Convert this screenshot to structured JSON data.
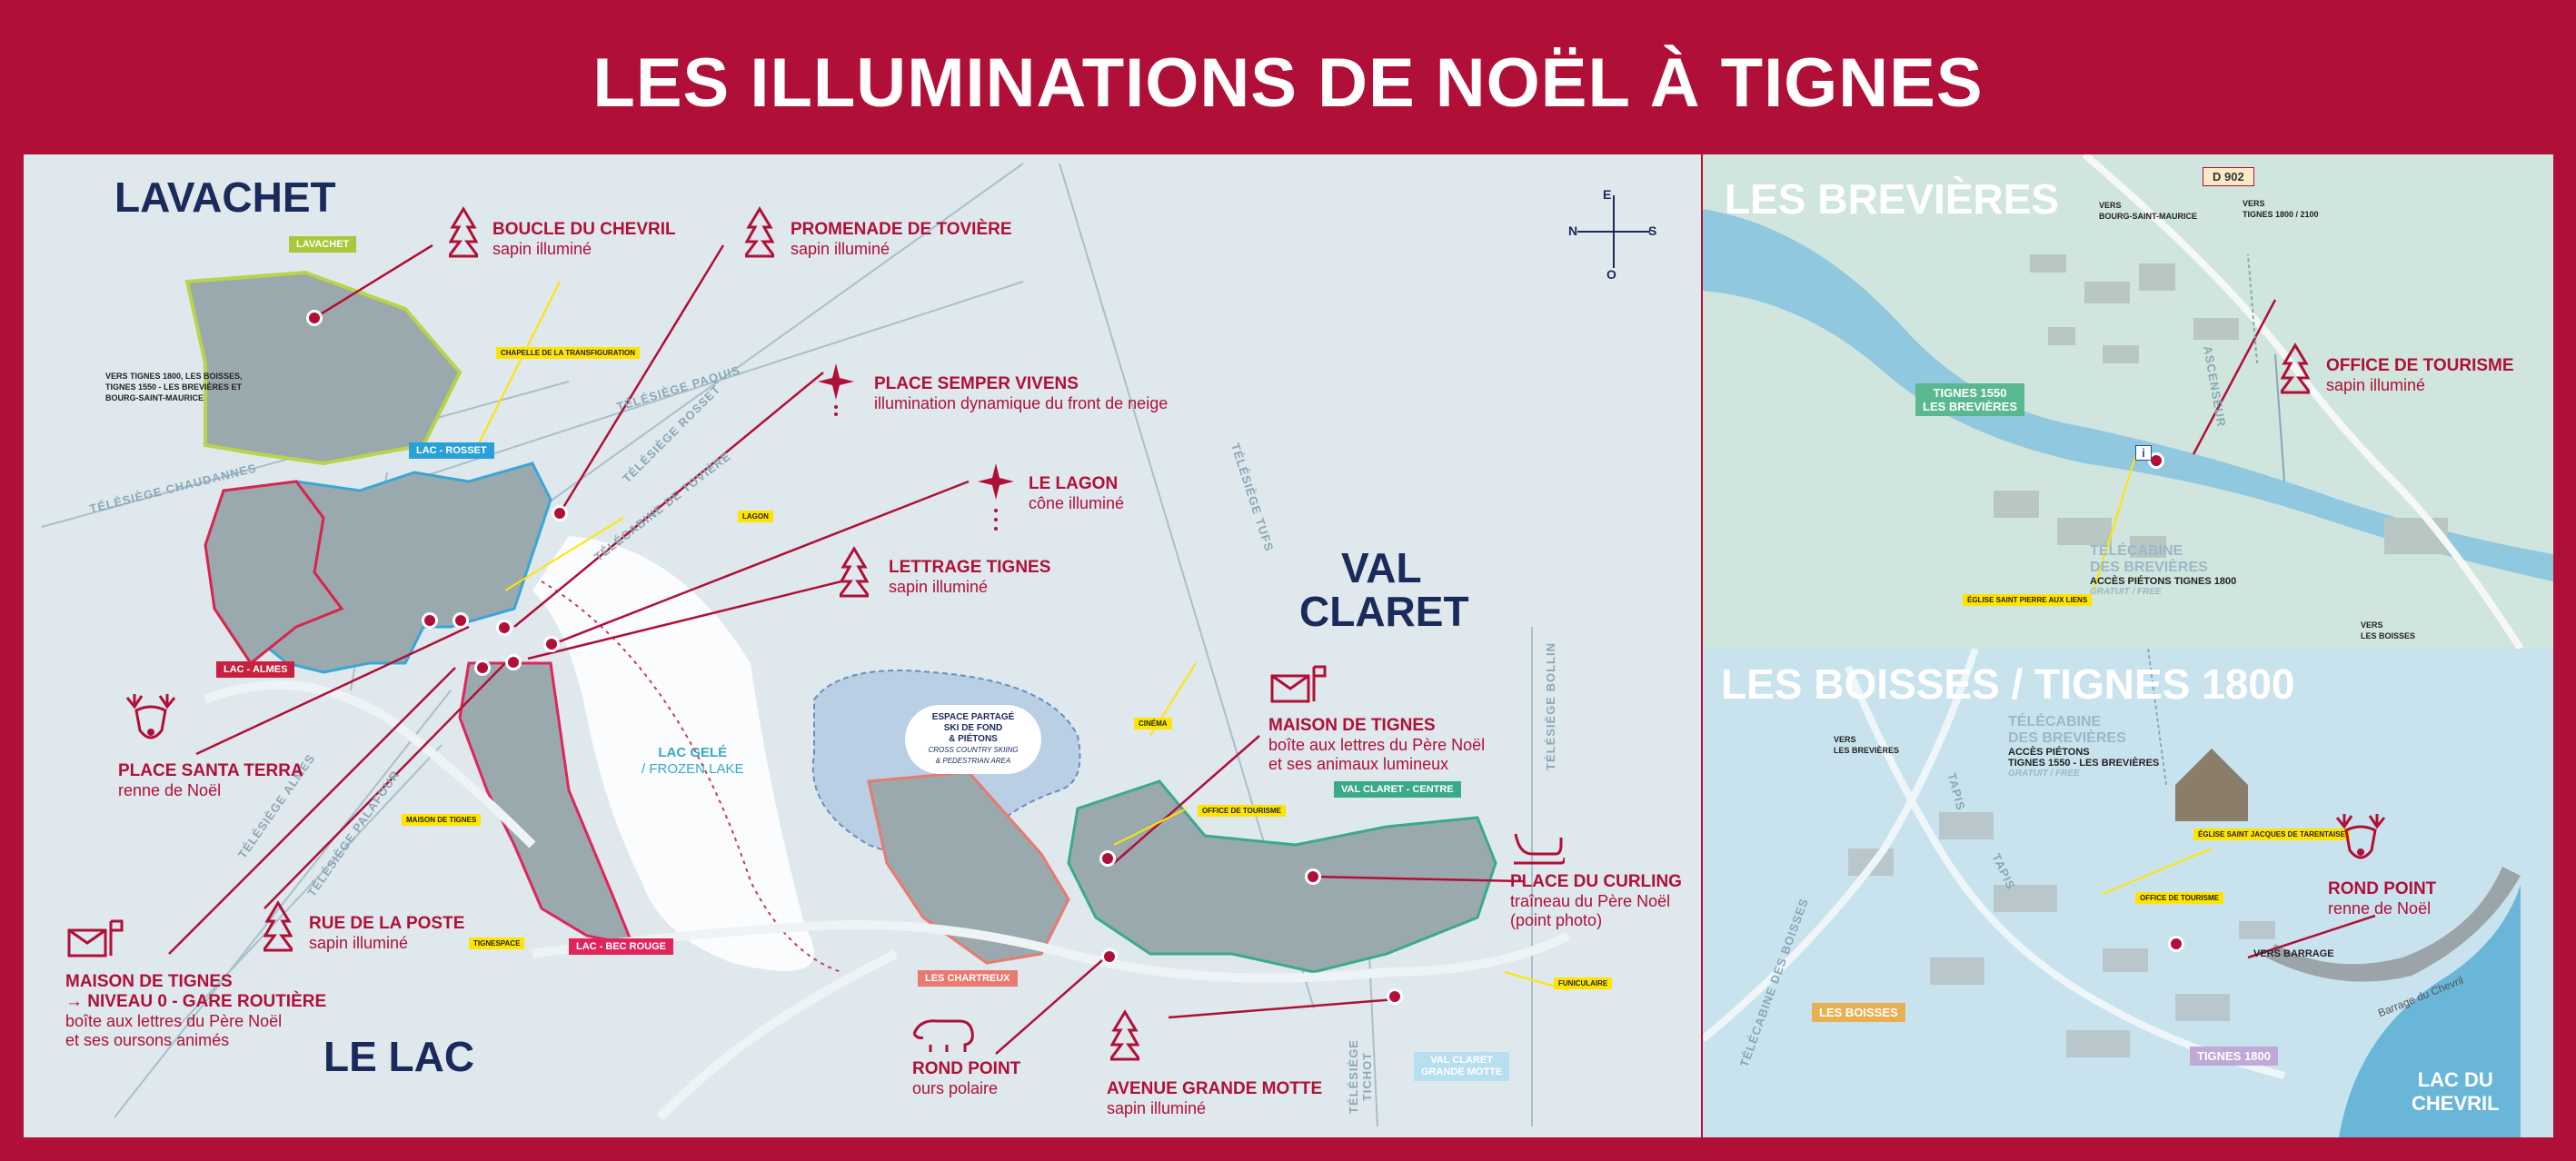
{
  "title": "LES ILLUMINATIONS DE NOËL À TIGNES",
  "colors": {
    "accent": "#b01038",
    "navy": "#1a2a5a",
    "map": "#dfe8ec",
    "brevieres": "#cfe5dd",
    "boisses": "#c9e3ee",
    "yellow": "#ffe400"
  },
  "districts": {
    "lavachet": "LAVACHET",
    "le_lac": "LE LAC",
    "val_claret_1": "VAL",
    "val_claret_2": "CLARET",
    "brevieres": "LES BREVIÈRES",
    "boisses": "LES BOISSES / TIGNES 1800",
    "lac_chevril_1": "LAC DU",
    "lac_chevril_2": "CHEVRIL"
  },
  "compass": {
    "n": "N",
    "e": "E",
    "s": "S",
    "o": "O"
  },
  "poi": {
    "boucle": {
      "title": "BOUCLE DU CHEVRIL",
      "sub": "sapin illuminé",
      "icon": "tree-icon"
    },
    "toviere": {
      "title": "PROMENADE DE TOVIÈRE",
      "sub": "sapin illuminé",
      "icon": "tree-icon"
    },
    "semper": {
      "title": "PLACE SEMPER VIVENS",
      "sub": "illumination dynamique du front de neige",
      "icon": "sparkle-icon"
    },
    "lagon": {
      "title": "LE LAGON",
      "sub": "cône illuminé",
      "icon": "sparkle-icon"
    },
    "lettrage": {
      "title": "LETTRAGE TIGNES",
      "sub": "sapin illuminé",
      "icon": "tree-icon"
    },
    "santa": {
      "title": "PLACE SANTA TERRA",
      "sub": "renne de Noël",
      "icon": "reindeer-icon"
    },
    "rue_poste": {
      "title": "RUE DE LA POSTE",
      "sub": "sapin illuminé",
      "icon": "tree-icon"
    },
    "maison_lac": {
      "title_1": "MAISON DE TIGNES",
      "title_2": "→ NIVEAU 0 - GARE ROUTIÈRE",
      "sub_1": "boîte aux lettres du Père Noël",
      "sub_2": "et ses oursons animés",
      "icon": "mailbox-icon"
    },
    "maison_vc": {
      "title": "MAISON DE TIGNES",
      "sub_1": "boîte aux lettres du Père Noël",
      "sub_2": "et ses animaux lumineux",
      "icon": "mailbox-icon"
    },
    "curling": {
      "title": "PLACE DU CURLING",
      "sub_1": "traîneau du Père Noël",
      "sub_2": "(point photo)",
      "icon": "sleigh-icon"
    },
    "rond_point_vc": {
      "title": "ROND POINT",
      "sub": "ours polaire",
      "icon": "polar-bear-icon"
    },
    "grande_motte": {
      "title": "AVENUE GRANDE MOTTE",
      "sub": "sapin illuminé",
      "icon": "tree-icon"
    },
    "office_brev": {
      "title": "OFFICE DE TOURISME",
      "sub": "sapin illuminé",
      "icon": "tree-icon"
    },
    "rond_point_1800": {
      "title": "ROND POINT",
      "sub": "renne de Noël",
      "icon": "reindeer-icon"
    }
  },
  "tags": {
    "lavachet": "LAVACHET",
    "lac_rosset": "LAC - ROSSET",
    "lac_almes": "LAC - ALMES",
    "lac_bec_rouge": "LAC - BEC ROUGE",
    "chartreux": "LES CHARTREUX",
    "vc_centre": "VAL CLARET - CENTRE",
    "vc_gm_1": "VAL CLARET",
    "vc_gm_2": "GRANDE MOTTE",
    "tignes1550_1": "TIGNES 1550",
    "tignes1550_2": "LES BREVIÈRES",
    "les_boisses": "LES BOISSES",
    "tignes1800": "TIGNES 1800"
  },
  "labels": {
    "vers_tignes_1": "VERS TIGNES 1800, LES BOISSES,",
    "vers_tignes_2": "TIGNES 1550 - LES BREVIÈRES ET",
    "vers_tignes_3": "BOURG-SAINT-MAURICE",
    "chapelle": "CHAPELLE DE LA TRANSFIGURATION",
    "lagon": "LAGON",
    "maison_tignes": "MAISON DE TIGNES",
    "tignespace": "TIGNESPACE",
    "lac_gele_1": "LAC GELÉ",
    "lac_gele_2": "/ FROZEN LAKE",
    "espace_1": "ESPACE PARTAGÉ",
    "espace_2": "SKI DE FOND",
    "espace_3": "& PIÉTONS",
    "espace_4": "CROSS COUNTRY SKIING",
    "espace_5": "& PEDESTRIAN AREA",
    "cinema": "CINÉMA",
    "office_tourisme": "OFFICE DE TOURISME",
    "funiculaire": "FUNICULAIRE",
    "d902": "D 902",
    "vers_bsm_1": "VERS",
    "vers_bsm_2": "BOURG-SAINT-MAURICE",
    "vers_t1800_1": "VERS",
    "vers_t1800_2": "TIGNES 1800 / 2100",
    "eglise_brev": "ÉGLISE SAINT PIERRE AUX LIENS",
    "vers_boisses_1": "VERS",
    "vers_boisses_2": "LES BOISSES",
    "telecabine_brev_1": "TÉLÉCABINE",
    "telecabine_brev_2": "DES BREVIÈRES",
    "acces_brev": "ACCÈS PIÉTONS TIGNES 1800",
    "gratuit": "GRATUIT / FREE",
    "vers_brev_1": "VERS",
    "vers_brev_2": "LES BREVIÈRES",
    "telecabine_bois_1": "TÉLÉCABINE",
    "telecabine_bois_2": "DES BREVIÈRES",
    "acces_bois_1": "ACCÈS PIÉTONS",
    "acces_bois_2": "TIGNES 1550 - LES BREVIÈRES",
    "eglise_bois": "ÉGLISE SAINT JACQUES DE TARENTAISE",
    "vers_barrage": "VERS BARRAGE",
    "barrage": "Barrage du Chevril",
    "ascenseur": "ASCENSEUR",
    "tapis": "TAPIS"
  },
  "lifts": {
    "paquis": "TÉLÉSIÈGE PAQUIS",
    "rosset": "TÉLÉSIÈGE ROSSET",
    "chaudannes": "TÉLÉSIÈGE CHAUDANNES",
    "toviere": "TÉLÉCABINE DE TOVIÈRE",
    "tufs": "TÉLÉSIÈGE TUFS",
    "almes": "TÉLÉSIÈGE ALMES",
    "palafour": "TÉLÉSIÈGE PALAFOUR",
    "bollin": "TÉLÉSIÈGE BOLLIN",
    "tichot_1": "TÉLÉSIÈGE",
    "tichot_2": "TICHOT",
    "boisses": "TÉLÉCABINE DES BOISSES"
  }
}
